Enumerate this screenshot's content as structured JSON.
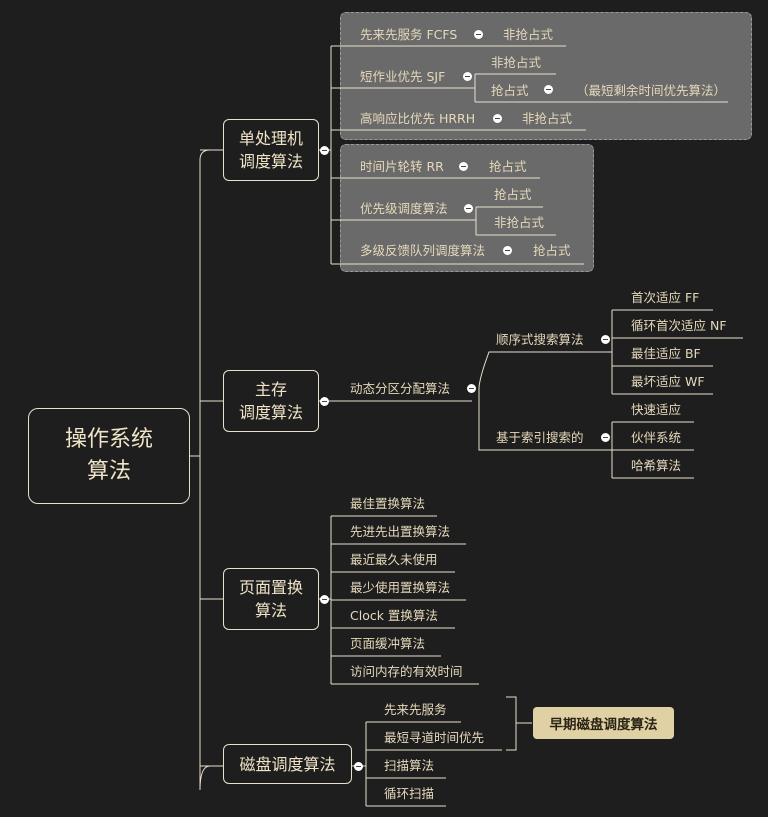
{
  "root": {
    "label": "操作系统\n算法"
  },
  "branches": {
    "cpu": {
      "label": "单处理机\n调度算法",
      "group1": {
        "fcfs": {
          "label": "先来先服务 FCFS",
          "child": "非抢占式"
        },
        "sjf": {
          "label": "短作业优先 SJF",
          "child_nonpreemptive": "非抢占式",
          "child_preemptive": "抢占式",
          "child_preemptive_note": "（最短剩余时间优先算法）"
        },
        "hrrh": {
          "label": "高响应比优先 HRRH",
          "child": "非抢占式"
        }
      },
      "group2": {
        "rr": {
          "label": "时间片轮转 RR",
          "child": "抢占式"
        },
        "priority": {
          "label": "优先级调度算法",
          "child_preemptive": "抢占式",
          "child_nonpreemptive": "非抢占式"
        },
        "mlfq": {
          "label": "多级反馈队列调度算法",
          "child": "抢占式"
        }
      }
    },
    "memory": {
      "label": "主存\n调度算法",
      "dynamic": {
        "label": "动态分区分配算法"
      },
      "sequential": {
        "label": "顺序式搜索算法",
        "items": [
          "首次适应 FF",
          "循环首次适应 NF",
          "最佳适应 BF",
          "最坏适应 WF"
        ]
      },
      "indexed": {
        "label": "基于索引搜索的",
        "items": [
          "快速适应",
          "伙伴系统",
          "哈希算法"
        ]
      }
    },
    "page": {
      "label": "页面置换\n算法",
      "items": [
        "最佳置换算法",
        "先进先出置换算法",
        "最近最久未使用",
        "最少使用置换算法",
        "Clock 置换算法",
        "页面缓冲算法",
        "访问内存的有效时间"
      ]
    },
    "disk": {
      "label": "磁盘调度算法",
      "items": [
        "先来先服务",
        "最短寻道时间优先",
        "扫描算法",
        "循环扫描"
      ],
      "early_label": "早期磁盘调度算法"
    }
  },
  "colors": {
    "background": "#1e1e1e",
    "text": "#e6d9bb",
    "line": "#e8e0cc",
    "group_fill": "#6a6a6a",
    "badge": "#e0d1a4"
  }
}
